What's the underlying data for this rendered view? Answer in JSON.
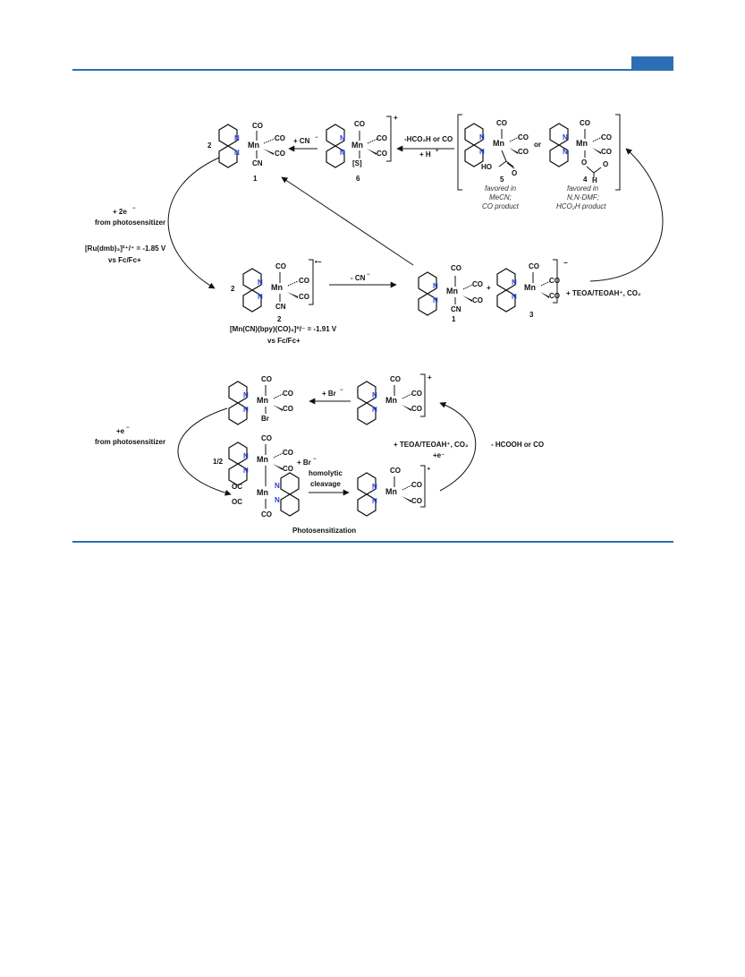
{
  "figure": {
    "panel_top": {
      "coef_top": "2",
      "coef_mid": "2",
      "complex_labels": {
        "c1_top": "1",
        "c6": "6",
        "c5": "5",
        "c4": "4",
        "c2": "2",
        "c1_right": "1",
        "c3": "3"
      },
      "ligands": {
        "co": "CO",
        "cn": "CN",
        "mn": "Mn",
        "n": "N",
        "solvent": "[S]",
        "ho": "HO",
        "h": "H",
        "o": "O",
        "oc": "OC"
      },
      "charges": {
        "plus": "+",
        "radical_anion": "•−",
        "minus": "−",
        "radical": "•"
      },
      "arrows": {
        "add_cn": "+ CN",
        "cn_sup": "−",
        "hco2h_line1": "-HCO₂H or CO",
        "hco2h_line2": "+ H",
        "h_sup": "+",
        "reduction_line1": "+ 2e",
        "reduction_e_sup": "−",
        "reduction_line2": "from photosensitizer",
        "ru_potential": "[Ru(dmb)₃]²⁺/⁺ = -1.85 V",
        "ru_vs": "vs Fc/Fc+",
        "loss_cn": "- CN",
        "loss_cn_sup": "−",
        "teoa": "+ TEOA/TEOAH⁺, CO₂"
      },
      "or_word": "or",
      "plus_sign": "+",
      "notes": {
        "c5_line1": "favored in",
        "c5_line2": "MeCN;",
        "c5_line3": "CO product",
        "c4_line1": "favored in",
        "c4_line2": "N,N-DMF;",
        "c4_line3": "HCO₂H product"
      },
      "mn_potential": "[Mn(CN)(bpy)(CO)₃]⁰/⁻ = -1.91 V",
      "mn_vs": "vs Fc/Fc+"
    },
    "panel_bottom": {
      "br": "Br",
      "add_br": "+ Br",
      "br_sup": "−",
      "add_br_dimer": "+ Br",
      "electron_line1": "+e",
      "electron_line2": "from photosensitizer",
      "dimer_coef": "1/2",
      "homolytic_line1": "homolytic",
      "homolytic_line2": "cleavage",
      "teoa_line": "+ TEOA/TEOAH⁺, CO₂",
      "e_line": "+e⁻",
      "loss_line": "- HCOOH or CO",
      "caption": "Photosensitization"
    }
  }
}
